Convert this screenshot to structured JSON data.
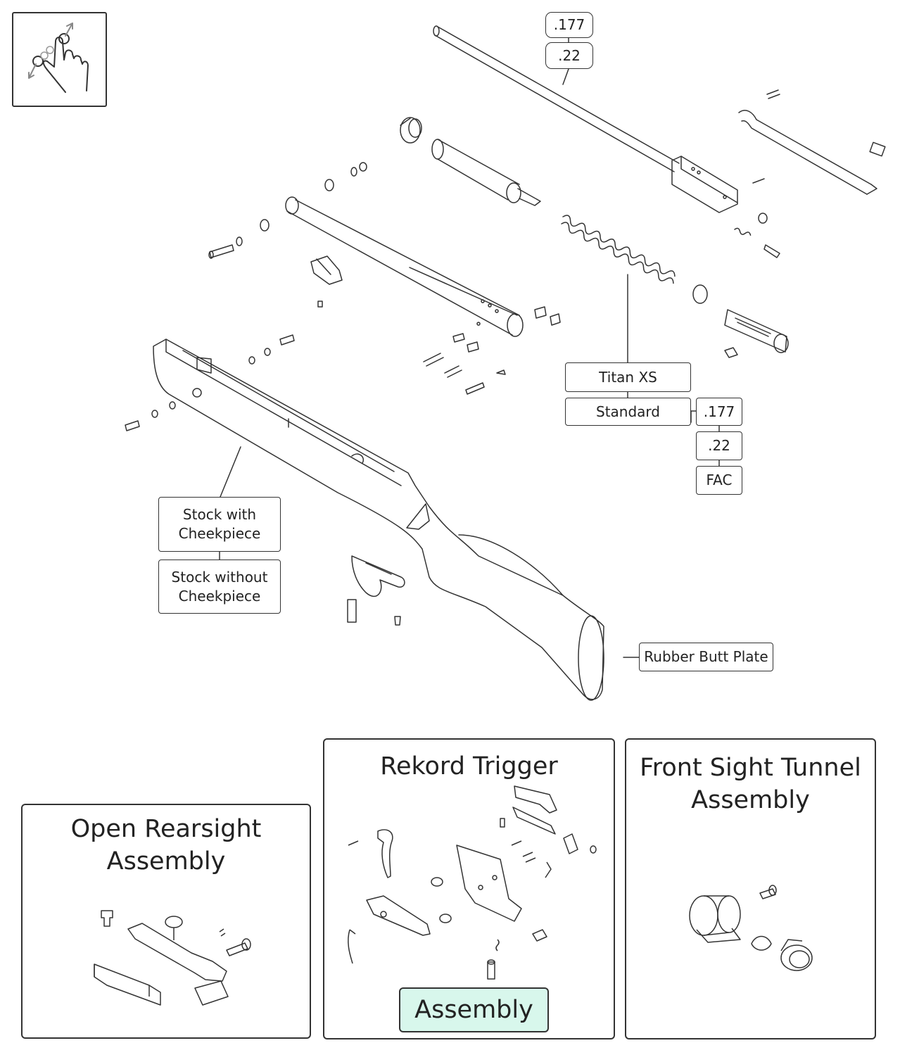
{
  "gesture": {
    "icon": "pinch-zoom-icon"
  },
  "barrel_calibers": [
    ".177",
    ".22"
  ],
  "spring": {
    "models": [
      "Titan XS",
      "Standard"
    ],
    "calibers": [
      ".177",
      ".22",
      "FAC"
    ]
  },
  "stock_options": [
    "Stock with Cheekpiece",
    "Stock without Cheekpiece"
  ],
  "butt_plate": "Rubber Butt Plate",
  "panels": {
    "rearsight": {
      "title_line1": "Open Rearsight",
      "title_line2": "Assembly"
    },
    "trigger": {
      "title": "Rekord Trigger",
      "button": "Assembly"
    },
    "front_sight": {
      "title_line1": "Front Sight Tunnel",
      "title_line2": "Assembly"
    }
  },
  "colors": {
    "line": "#333333",
    "button_fill": "#d8f7ec",
    "icon_arrow": "#888888"
  }
}
